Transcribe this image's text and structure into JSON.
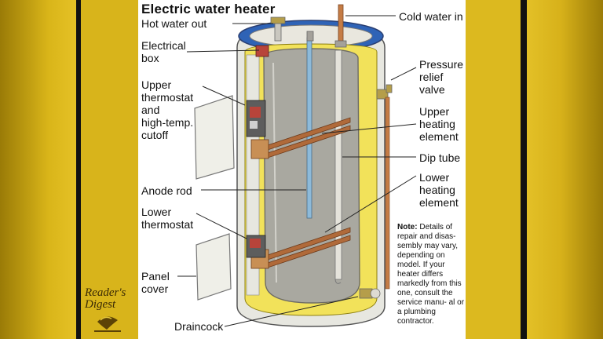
{
  "title": "Electric water heater",
  "labels": {
    "hot_water_out": "Hot water out",
    "cold_water_in": "Cold water in",
    "electrical_box_1": "Electrical",
    "electrical_box_2": "box",
    "pressure_relief_1": "Pressure",
    "pressure_relief_2": "relief",
    "pressure_relief_3": "valve",
    "upper_thermostat_1": "Upper",
    "upper_thermostat_2": "thermostat",
    "upper_thermostat_3": "and",
    "upper_thermostat_4": "high-temp.",
    "upper_thermostat_5": "cutoff",
    "upper_heating_1": "Upper",
    "upper_heating_2": "heating",
    "upper_heating_3": "element",
    "dip_tube": "Dip tube",
    "anode_rod": "Anode rod",
    "lower_heating_1": "Lower",
    "lower_heating_2": "heating",
    "lower_heating_3": "element",
    "lower_thermostat_1": "Lower",
    "lower_thermostat_2": "thermostat",
    "panel_cover_1": "Panel",
    "panel_cover_2": "cover",
    "draincock": "Draincock"
  },
  "note": {
    "heading": "Note:",
    "body": "Details of repair and disas- sembly may vary, depending on model. If your heater differs markedly from this one, consult the service manu- al or a plumbing contractor."
  },
  "logo": {
    "line1": "Reader's",
    "line2": "Digest"
  },
  "colors": {
    "tank_outer": "#e7e7e0",
    "insulation": "#f2e25a",
    "tank_inner": "#a9a8a0",
    "top_cap": "#2f63b6",
    "element": "#b06a3a"
  }
}
